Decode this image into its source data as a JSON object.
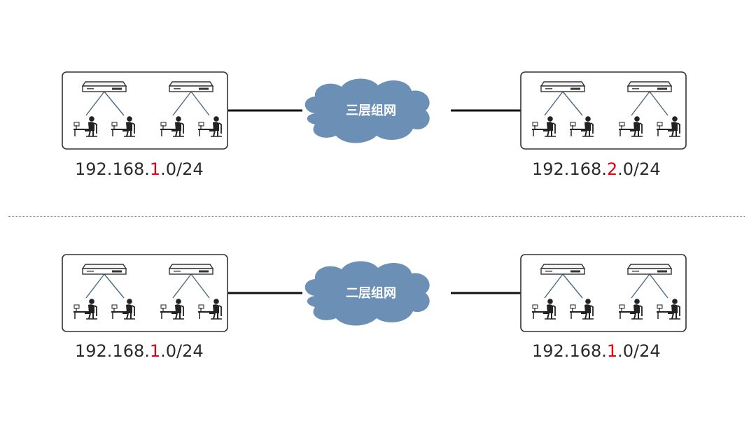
{
  "diagrams": [
    {
      "cloud_label": "三层组网",
      "left": {
        "prefix": "192.168.",
        "highlight": "1",
        "suffix": ".0/24"
      },
      "right": {
        "prefix": "192.168.",
        "highlight": "2",
        "suffix": ".0/24"
      }
    },
    {
      "cloud_label": "二层组网",
      "left": {
        "prefix": "192.168.",
        "highlight": "1",
        "suffix": ".0/24"
      },
      "right": {
        "prefix": "192.168.",
        "highlight": "1",
        "suffix": ".0/24"
      }
    }
  ],
  "colors": {
    "cloud_fill": "#6b8fb5",
    "highlight": "#e60012",
    "line": "#111111",
    "box_border": "#333333"
  }
}
